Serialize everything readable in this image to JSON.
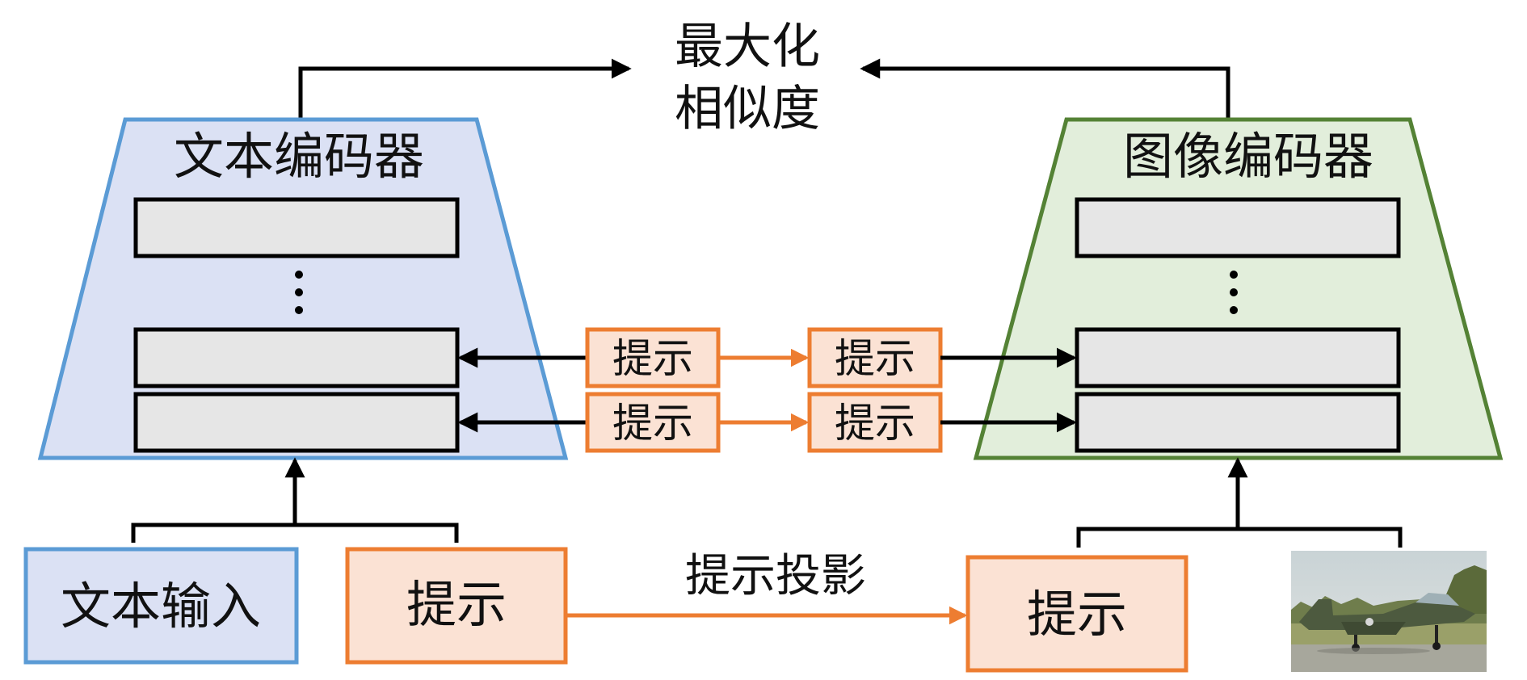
{
  "goal": {
    "line1": "最大化",
    "line2": "相似度"
  },
  "text_encoder": {
    "title": "文本编码器",
    "ellipsis": "⋮"
  },
  "image_encoder": {
    "title": "图像编码器",
    "ellipsis": "⋮"
  },
  "prompt_label": "提示",
  "inputs": {
    "text_input": "文本输入",
    "text_prompt": "提示",
    "image_prompt": "提示"
  },
  "projection_label": "提示投影",
  "colors": {
    "text_encoder_fill": "#dbe1f4",
    "text_encoder_stroke": "#5b9bd5",
    "image_encoder_fill": "#e2eedb",
    "image_encoder_stroke": "#548235",
    "prompt_fill": "#fbe2d4",
    "prompt_stroke": "#ed7d31",
    "layer_fill": "#e6e6e6",
    "arrow": "#000000"
  },
  "image_thumbnail": {
    "icon": "fighter-jet-photo"
  }
}
